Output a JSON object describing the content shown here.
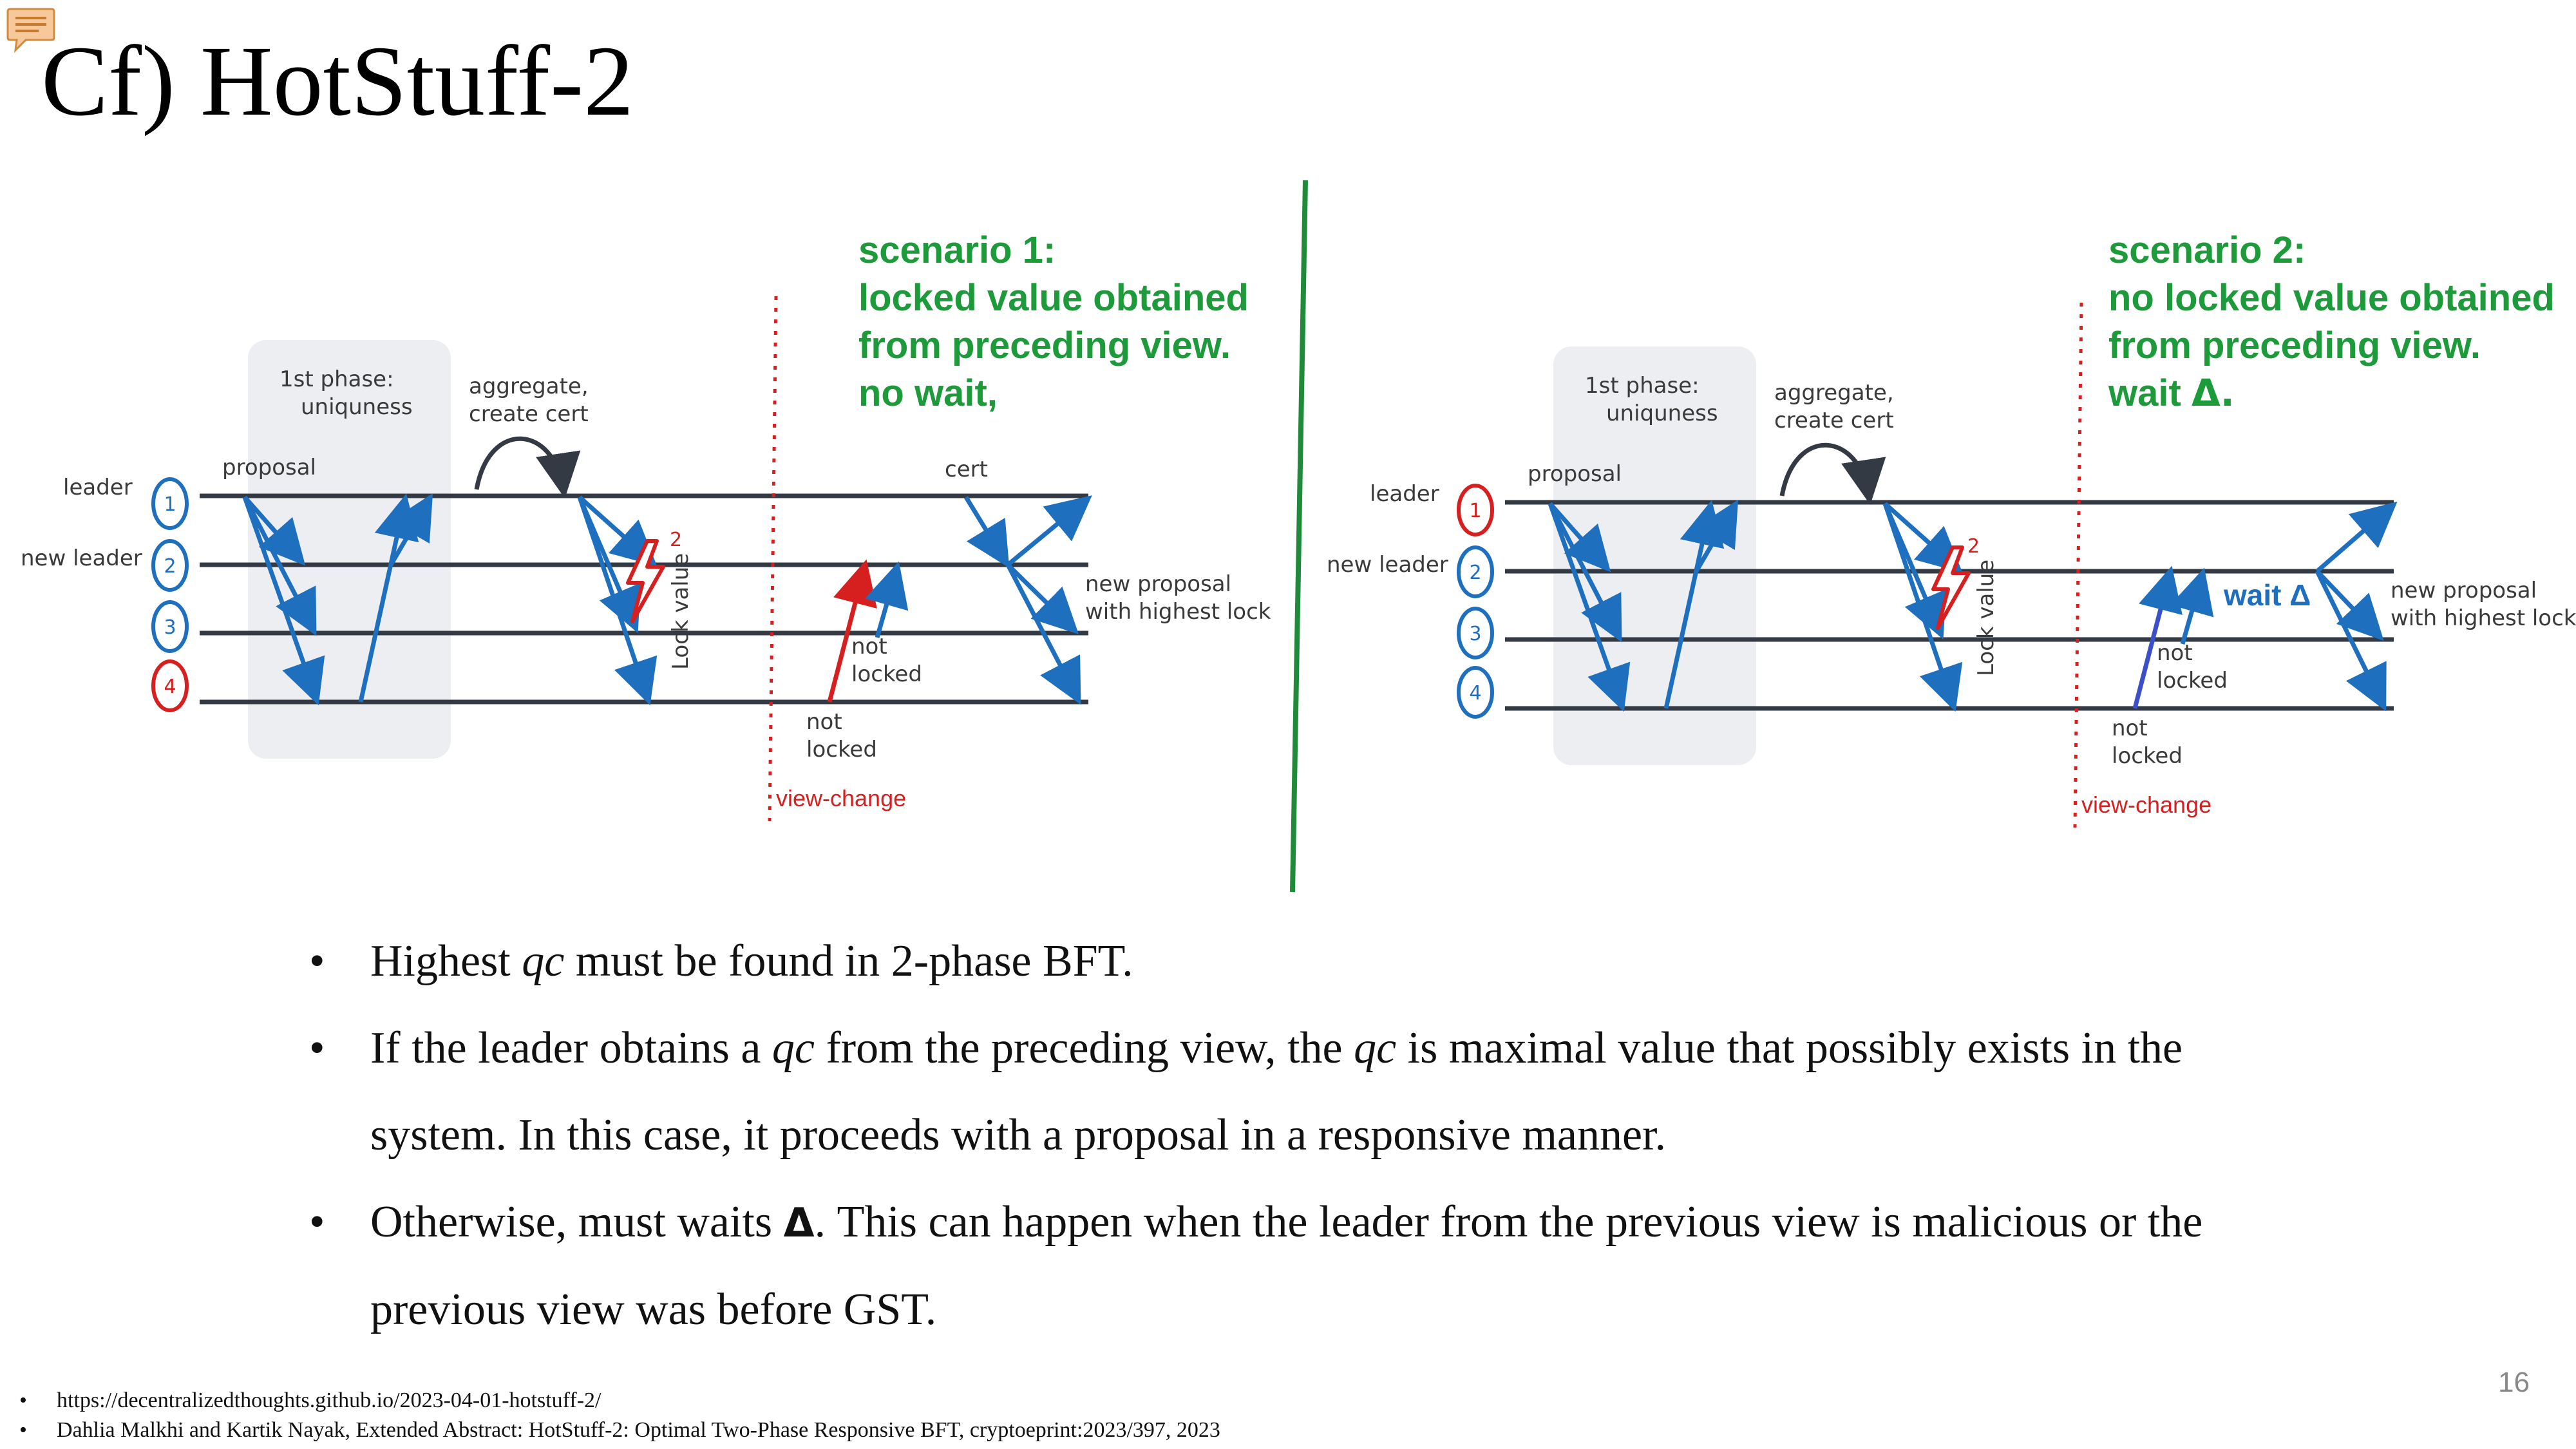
{
  "slide": {
    "title": "Cf) HotStuff-2",
    "page_number": "16"
  },
  "diagram": {
    "left": {
      "scenario": [
        "scenario 1:",
        "locked value obtained",
        "from preceding view.",
        "no wait,"
      ],
      "first_phase": [
        "1st phase:",
        "uniquness"
      ],
      "aggregate": [
        "aggregate,",
        "create cert"
      ],
      "proposal": "proposal",
      "role_leader": "leader",
      "role_new_leader": "new leader",
      "nodes": [
        "1",
        "2",
        "3",
        "4"
      ],
      "lock_value": "Lock value",
      "marker": "2",
      "cert": "cert",
      "new_proposal": [
        "new proposal",
        "with highest lock"
      ],
      "not_locked_a": [
        "not",
        "locked"
      ],
      "not_locked_b": [
        "not",
        "locked"
      ],
      "view_change": "view-change"
    },
    "right": {
      "scenario_lines": [
        "scenario 2:",
        "no locked value obtained",
        "from preceding view."
      ],
      "scenario_wait_prefix": "wait ",
      "scenario_wait_symbol": "Δ.",
      "first_phase": [
        "1st phase:",
        "uniquness"
      ],
      "aggregate": [
        "aggregate,",
        "create cert"
      ],
      "proposal": "proposal",
      "role_leader": "leader",
      "role_new_leader": "new leader",
      "nodes": [
        "1",
        "2",
        "3",
        "4"
      ],
      "lock_value": "Lock value",
      "marker": "2",
      "wait_label": "wait Δ",
      "new_proposal": [
        "new proposal",
        "with highest lock"
      ],
      "not_locked_a": [
        "not",
        "locked"
      ],
      "not_locked_b": [
        "not",
        "locked"
      ],
      "view_change": "view-change"
    }
  },
  "bullets": {
    "b1": {
      "pre": "Highest ",
      "em": "qc",
      "post": " must be found in 2-phase BFT."
    },
    "b2": {
      "pre": "If the leader obtains a ",
      "em1": "qc",
      "mid": " from the preceding view, the ",
      "em2": "qc",
      "line1_rest": " is maximal value that possibly exists in the",
      "line2": "system. In this case, it proceeds with a proposal in a responsive manner."
    },
    "b3": {
      "pre": "Otherwise, must waits ",
      "delta": "Δ",
      "line1_rest": ". This can happen when the leader from the previous view is malicious or the",
      "line2": "previous view was before GST."
    },
    "marker": "•"
  },
  "references": [
    "https://decentralizedthoughts.github.io/2023-04-01-hotstuff-2/",
    "Dahlia Malkhi and Kartik Nayak, Extended Abstract: HotStuff-2: Optimal Two-Phase Responsive BFT, cryptoeprint:2023/397, 2023"
  ],
  "colors": {
    "arrow_blue": "#1f6fbf",
    "scenario_green": "#1d9b3a",
    "divider_green": "#1e8a3a",
    "alert_red": "#d62020",
    "line_dark": "#333a44",
    "phase_box": "#eceef1"
  }
}
